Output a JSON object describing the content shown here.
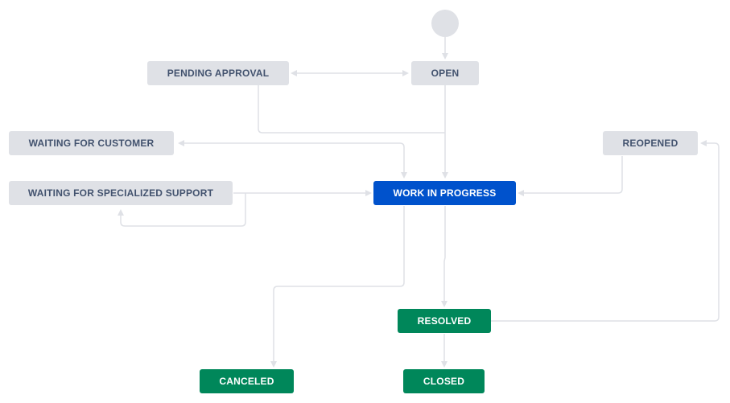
{
  "colors": {
    "todo_bg": "#dfe1e6",
    "todo_text": "#42526e",
    "in_progress_bg": "#0052cc",
    "done_bg": "#00875a",
    "connector": "#dfe1e6"
  },
  "statuses": {
    "pending_approval": "PENDING APPROVAL",
    "open": "OPEN",
    "waiting_for_customer": "WAITING FOR CUSTOMER",
    "reopened": "REOPENED",
    "waiting_for_specialized_support": "WAITING FOR SPECIALIZED SUPPORT",
    "work_in_progress": "WORK IN PROGRESS",
    "resolved": "RESOLVED",
    "canceled": "CANCELED",
    "closed": "CLOSED"
  },
  "transitions": [
    {
      "from": "start",
      "to": "open"
    },
    {
      "from": "open",
      "to": "pending_approval"
    },
    {
      "from": "pending_approval",
      "to": "open"
    },
    {
      "from": "open",
      "to": "work_in_progress"
    },
    {
      "from": "pending_approval",
      "to": "work_in_progress"
    },
    {
      "from": "work_in_progress",
      "to": "waiting_for_customer"
    },
    {
      "from": "waiting_for_customer",
      "to": "work_in_progress"
    },
    {
      "from": "waiting_for_specialized_support",
      "to": "work_in_progress"
    },
    {
      "from": "work_in_progress",
      "to": "waiting_for_specialized_support"
    },
    {
      "from": "reopened",
      "to": "work_in_progress"
    },
    {
      "from": "work_in_progress",
      "to": "resolved"
    },
    {
      "from": "work_in_progress",
      "to": "canceled"
    },
    {
      "from": "resolved",
      "to": "closed"
    },
    {
      "from": "resolved",
      "to": "reopened"
    }
  ]
}
